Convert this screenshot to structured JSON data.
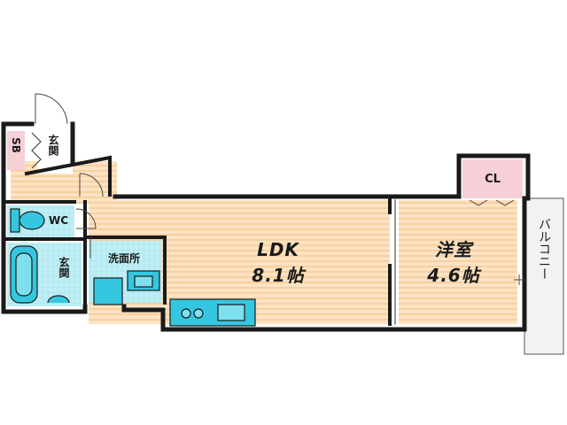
{
  "rooms": {
    "ldk": {
      "name": "LDK",
      "size": "8.1帖"
    },
    "bedroom": {
      "name": "洋室",
      "size": "4.6帖"
    },
    "closet": {
      "label": "CL"
    },
    "shoe_box": {
      "label": "SB"
    },
    "entrance_upper": {
      "label": "玄関"
    },
    "entrance_lower": {
      "label": "玄関"
    },
    "toilet": {
      "label": "WC"
    },
    "washroom": {
      "label": "洗面所"
    },
    "balcony": {
      "label": "バルコニー"
    }
  },
  "colors": {
    "wall": "#1a1a1a",
    "floor_wood": "#fde3c2",
    "floor_stripe": "#f6cfa2",
    "fixture_cyan": "#35c7e0",
    "tile_cyan": "#bfeef5",
    "closet_pink": "#f7cfd6",
    "shoe_pink": "#f7cfd6",
    "balcony_fill": "#f2f2f2"
  }
}
